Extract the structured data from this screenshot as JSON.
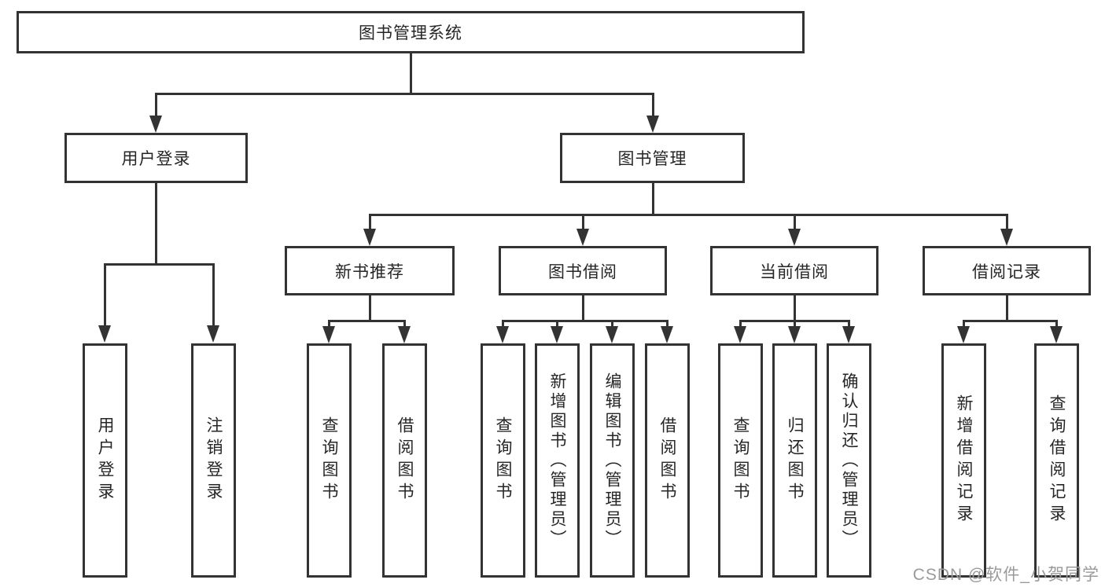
{
  "diagram": {
    "title": "图书管理系统",
    "nodes": {
      "root": {
        "label": "图书管理系统"
      },
      "user_login": {
        "label": "用户登录"
      },
      "book_management": {
        "label": "图书管理"
      },
      "new_book_recommend": {
        "label": "新书推荐"
      },
      "book_borrow": {
        "label": "图书借阅"
      },
      "current_borrow": {
        "label": "当前借阅"
      },
      "borrow_record": {
        "label": "借阅记录"
      }
    },
    "leaves": {
      "user_login": {
        "label": "用户登录"
      },
      "logout": {
        "label": "注销登录"
      },
      "recommend_query_book": {
        "label": "查询图书"
      },
      "recommend_borrow_book": {
        "label": "借阅图书"
      },
      "borrow_query_book": {
        "label": "查询图书"
      },
      "add_book_admin": {
        "label": "新增图书（管理员）"
      },
      "edit_book_admin": {
        "label": "编辑图书（管理员）"
      },
      "borrow_book": {
        "label": "借阅图书"
      },
      "current_query_book": {
        "label": "查询图书"
      },
      "return_book": {
        "label": "归还图书"
      },
      "confirm_return_admin": {
        "label": "确认归还（管理员）"
      },
      "add_borrow_record": {
        "label": "新增借阅记录"
      },
      "query_borrow_record": {
        "label": "查询借阅记录"
      }
    }
  },
  "watermark": {
    "text": "CSDN @软件_小贺同学",
    "color": "#9a9a9a"
  },
  "colors": {
    "stroke": "#333333",
    "text": "#262626",
    "background": "#ffffff"
  }
}
